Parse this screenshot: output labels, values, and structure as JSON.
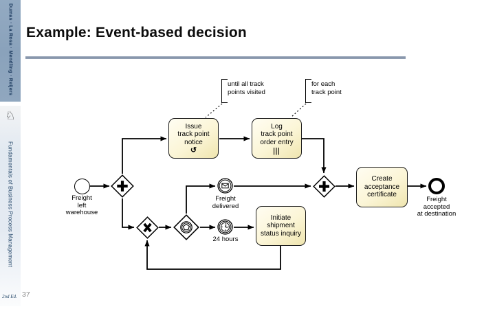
{
  "sidebar": {
    "authors": "Dumas · La Rosa · Mendling · Reijers",
    "book_title": "Fundamentals of Business Process Management",
    "edition": "2nd Ed.",
    "logo_icon": "springer-knight-icon",
    "logo_glyph": "♘"
  },
  "header": {
    "title": "Example: Event-based decision"
  },
  "page_number": "37",
  "colors": {
    "sidebar_top": "#8aa2bb",
    "accent_rule": "#8492a8",
    "task_fill": "#f6eec4",
    "navy_text": "#1c3a5e",
    "diagram_stroke": "#000000"
  },
  "diagram": {
    "type": "bpmn",
    "start_event": {
      "kind": "start",
      "label": "Freight\nleft\nwarehouse"
    },
    "message_event": {
      "kind": "intermediate-message",
      "label": "Freight\ndelivered"
    },
    "timer_event": {
      "kind": "intermediate-timer",
      "label": "24 hours"
    },
    "end_event": {
      "kind": "end",
      "label": "Freight\naccepted\nat destination"
    },
    "task_issue": {
      "label": "Issue\ntrack point\nnotice",
      "marker": "↺",
      "marker_name": "loop"
    },
    "task_log": {
      "label": "Log\ntrack point\norder entry",
      "marker": "|||",
      "marker_name": "multi-instance"
    },
    "task_inquiry": {
      "label": "Initiate\nshipment\nstatus inquiry"
    },
    "task_certificate": {
      "label": "Create\nacceptance\ncertificate"
    },
    "annotation_until": {
      "text": "until all track\npoints visited"
    },
    "annotation_foreach": {
      "text": "for each\ntrack point"
    },
    "gateways": [
      {
        "name": "parallel-split-gateway",
        "symbol": "+"
      },
      {
        "name": "xor-merge-gateway",
        "symbol": "X"
      },
      {
        "name": "event-based-gateway",
        "symbol": "pentagon-in-double-circle"
      },
      {
        "name": "parallel-join-gateway",
        "symbol": "+"
      }
    ],
    "flows": [
      {
        "from": "start-event",
        "to": "parallel-split-gateway"
      },
      {
        "from": "parallel-split-gateway",
        "to": "task-issue-track-point-notice"
      },
      {
        "from": "task-issue-track-point-notice",
        "to": "task-log-track-point-order-entry"
      },
      {
        "from": "task-log-track-point-order-entry",
        "to": "parallel-join-gateway"
      },
      {
        "from": "parallel-split-gateway",
        "to": "xor-merge-gateway"
      },
      {
        "from": "xor-merge-gateway",
        "to": "event-based-gateway"
      },
      {
        "from": "event-based-gateway",
        "to": "message-event-freight-delivered"
      },
      {
        "from": "event-based-gateway",
        "to": "timer-event-24-hours"
      },
      {
        "from": "message-event-freight-delivered",
        "to": "parallel-join-gateway"
      },
      {
        "from": "timer-event-24-hours",
        "to": "task-initiate-shipment-status-inquiry"
      },
      {
        "from": "task-initiate-shipment-status-inquiry",
        "to": "xor-merge-gateway"
      },
      {
        "from": "parallel-join-gateway",
        "to": "task-create-acceptance-certificate"
      },
      {
        "from": "task-create-acceptance-certificate",
        "to": "end-event"
      }
    ],
    "associations": [
      {
        "from": "annotation-until",
        "to": "task-issue-track-point-notice"
      },
      {
        "from": "annotation-foreach",
        "to": "task-log-track-point-order-entry"
      }
    ]
  }
}
